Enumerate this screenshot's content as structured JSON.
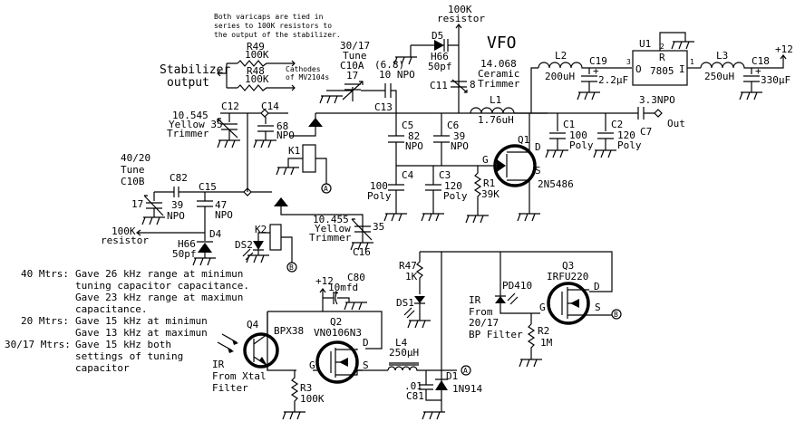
{
  "title": "VFO",
  "notes": {
    "varicap_note": [
      "Both varicaps are tied in",
      "series to 100K resistors to",
      "the output of the stabilizer."
    ],
    "stabilizer_output": [
      "Stabilizer",
      "output"
    ],
    "cathodes": [
      "Cathodes",
      "of MV2104s"
    ],
    "resistor_top": [
      "100K",
      "resistor"
    ],
    "resistor_left": [
      "100K",
      "resistor"
    ],
    "band_results": [
      {
        "band": "40 Mtrs:",
        "lines": [
          "Gave 26 kHz range at minimun",
          "tuning capacitor capacitance.",
          "Gave 23 kHz range at maximun",
          "capacitance."
        ]
      },
      {
        "band": "20 Mtrs:",
        "lines": [
          "Gave 15 kHz at minimun",
          "Gave 13 kHz at maximun"
        ]
      },
      {
        "band": "30/17 Mtrs:",
        "lines": [
          "Gave 15 kHz both",
          "settings of tuning",
          "capacitor"
        ]
      }
    ],
    "ir_xtal": [
      "IR",
      "From Xtal",
      "Filter"
    ],
    "ir_bp": [
      "IR",
      "From",
      "20/17",
      "BP Filter"
    ],
    "out": "Out",
    "plus12_top": "+12",
    "plus12_bottom": "+12"
  },
  "components": {
    "R49": {
      "ref": "R49",
      "value": "100K"
    },
    "R48": {
      "ref": "R48",
      "value": "100K"
    },
    "C12": {
      "ref": "C12",
      "value": [
        "10.545",
        "Yellow 35",
        "Trimmer"
      ]
    },
    "C14": {
      "ref": "C14",
      "value": [
        "68",
        "NPO"
      ]
    },
    "C10A": {
      "ref": "C10A",
      "label": [
        "30/17",
        "Tune"
      ],
      "value": "17"
    },
    "C13": {
      "ref": "C13",
      "value": [
        "(6.8)",
        "10 NPO"
      ]
    },
    "D5": {
      "ref": "D5",
      "value": [
        "H66",
        "50pf"
      ]
    },
    "C11": {
      "ref": "C11",
      "value": "8",
      "label": [
        "14.068",
        "Ceramic",
        "Trimmer"
      ]
    },
    "L1": {
      "ref": "L1",
      "value": "1.76uH"
    },
    "L2": {
      "ref": "L2",
      "value": "200uH"
    },
    "C19": {
      "ref": "C19",
      "value": "2.2µF"
    },
    "U1": {
      "ref": "U1",
      "part": "7805",
      "pins": {
        "in": "I",
        "out": "O",
        "gnd": "2",
        "p1": "1",
        "p3": "3",
        "r": "R"
      }
    },
    "L3": {
      "ref": "L3",
      "value": "250uH"
    },
    "C18": {
      "ref": "C18",
      "value": "330µF"
    },
    "C7": {
      "ref": "C7",
      "value": "3.3NPO"
    },
    "C1": {
      "ref": "C1",
      "value": [
        "100",
        "Poly"
      ]
    },
    "C2": {
      "ref": "C2",
      "value": [
        "120",
        "Poly"
      ]
    },
    "C5": {
      "ref": "C5",
      "value": [
        "82",
        "NPO"
      ]
    },
    "C6": {
      "ref": "C6",
      "value": [
        "39",
        "NPO"
      ]
    },
    "C4": {
      "ref": "C4",
      "value": [
        "100",
        "Poly"
      ]
    },
    "C3": {
      "ref": "C3",
      "value": [
        "120",
        "Poly"
      ]
    },
    "R1": {
      "ref": "R1",
      "value": "39K"
    },
    "Q1": {
      "ref": "Q1",
      "part": "2N5486",
      "pins": [
        "G",
        "D",
        "S"
      ]
    },
    "K1": {
      "ref": "K1"
    },
    "K2": {
      "ref": "K2"
    },
    "C10B": {
      "ref": "C10B",
      "label": [
        "40/20",
        "Tune"
      ],
      "value": "17"
    },
    "C82": {
      "ref": "C82",
      "value": [
        "39",
        "NPO"
      ]
    },
    "C15": {
      "ref": "C15",
      "value": [
        "47",
        "NPO"
      ]
    },
    "D4": {
      "ref": "D4",
      "value": [
        "H66",
        "50pf"
      ]
    },
    "DS2": {
      "ref": "DS2"
    },
    "C16": {
      "ref": "C16",
      "value": "35",
      "label": [
        "10.455",
        "Yellow",
        "Trimmer"
      ]
    },
    "R47": {
      "ref": "R47",
      "value": "1K"
    },
    "DS1": {
      "ref": "DS1"
    },
    "PD410": {
      "ref": "PD410"
    },
    "Q3": {
      "ref": "Q3",
      "part": "IRFU220",
      "pins": [
        "G",
        "D",
        "S"
      ]
    },
    "R2": {
      "ref": "R2",
      "value": "1M"
    },
    "C80": {
      "ref": "C80",
      "value": "10mfd"
    },
    "Q4": {
      "ref": "Q4",
      "part": "BPX38"
    },
    "Q2": {
      "ref": "Q2",
      "part": "VN0106N3",
      "pins": [
        "G",
        "D",
        "S"
      ]
    },
    "R3": {
      "ref": "R3",
      "value": "100K"
    },
    "L4": {
      "ref": "L4",
      "value": "250µH"
    },
    "C81": {
      "ref": "C81",
      "value": ".01"
    },
    "D1": {
      "ref": "D1",
      "part": "1N914"
    }
  },
  "connectors": {
    "A": "A",
    "B": "B"
  }
}
